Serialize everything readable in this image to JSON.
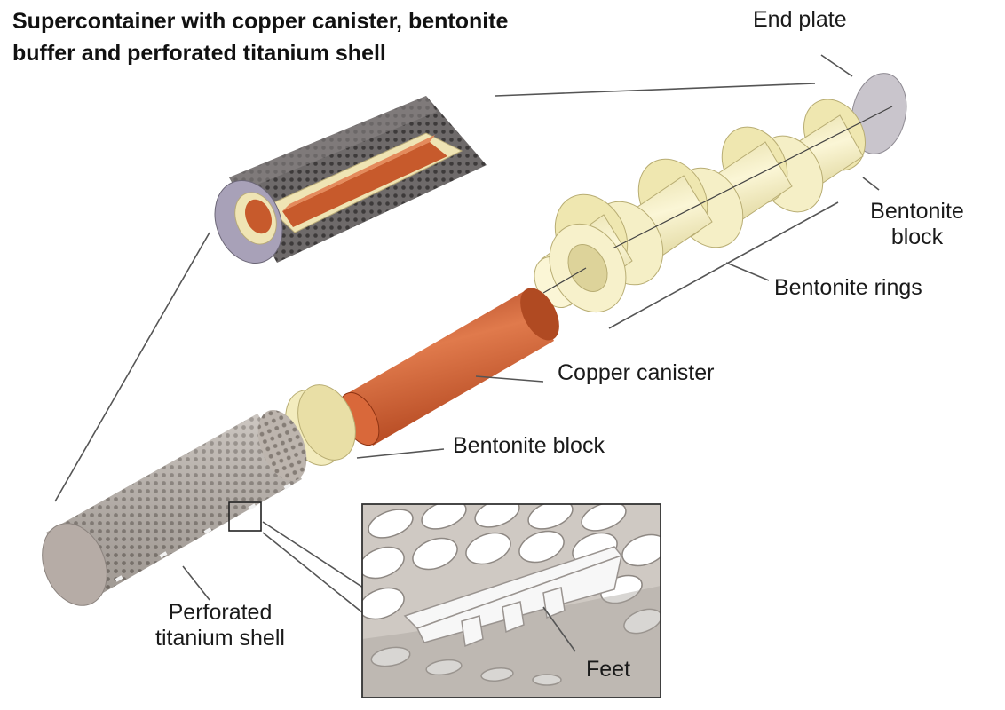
{
  "title": {
    "line1": "Supercontainer with copper canister, bentonite",
    "line2": "buffer and perforated titanium shell"
  },
  "labels": {
    "end_plate": "End plate",
    "bentonite_block_right_1": "Bentonite",
    "bentonite_block_right_2": "block",
    "bentonite_rings": "Bentonite rings",
    "copper_canister": "Copper canister",
    "bentonite_block_lower": "Bentonite block",
    "perforated_shell_1": "Perforated",
    "perforated_shell_2": "titanium shell",
    "feet": "Feet"
  },
  "colors": {
    "copper": "#c4542a",
    "bentonite": "#f2ecbd",
    "titanium": "#b1aaa4",
    "end_plate": "#c9c5cc",
    "lines": "#555555"
  }
}
